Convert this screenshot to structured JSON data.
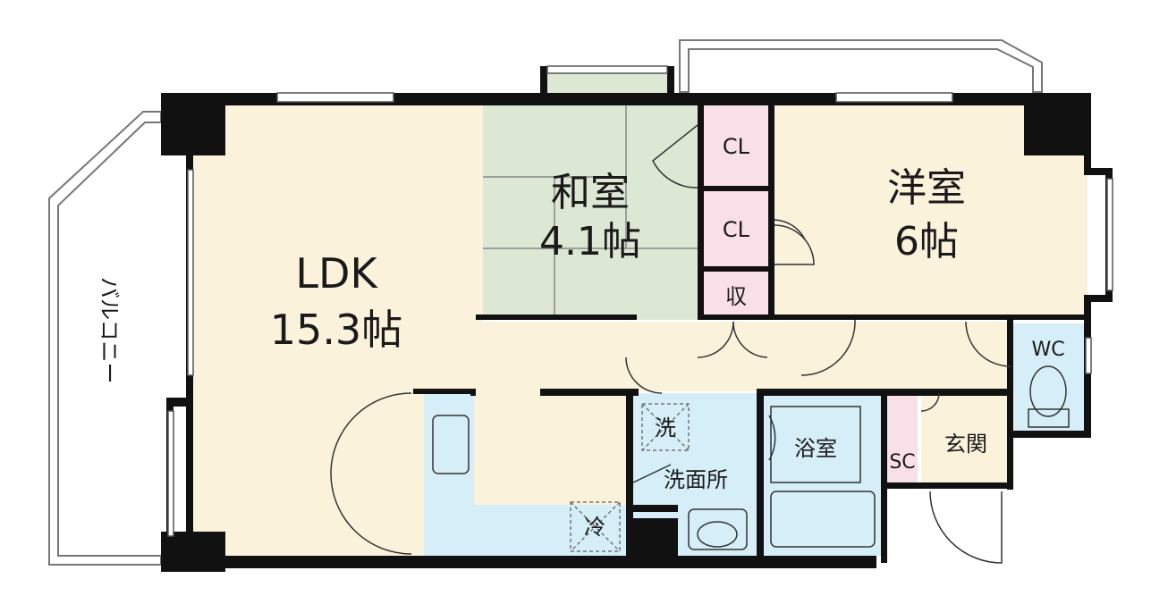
{
  "rooms": {
    "ldk": {
      "name": "LDK",
      "size": "15.3帖",
      "color": "#fbf2dc"
    },
    "washitsu": {
      "name": "和室",
      "size": "4.1帖",
      "color": "#dde8d4"
    },
    "youshitsu": {
      "name": "洋室",
      "size": "6帖",
      "color": "#fbf2dc"
    },
    "closet1": {
      "name": "CL",
      "color": "#f9dfe8"
    },
    "closet2": {
      "name": "CL",
      "color": "#f9dfe8"
    },
    "storage": {
      "name": "収",
      "color": "#f9dfe8"
    },
    "wc": {
      "name": "WC",
      "color": "#d6eef8"
    },
    "bath": {
      "name": "浴室",
      "color": "#d6eef8"
    },
    "washroom": {
      "name": "洗面所",
      "color": "#d6eef8"
    },
    "entrance": {
      "name": "玄関",
      "color": "#fbf2dc"
    },
    "shoe_closet": {
      "name": "SC",
      "color": "#f9dfe8"
    },
    "balcony": {
      "name": "バルコニー"
    }
  },
  "fixtures": {
    "washer": "洗",
    "fridge": "冷"
  },
  "colors": {
    "wall": "#111111",
    "kitchen": "#d6eef8",
    "balcony_line": "#777777"
  }
}
